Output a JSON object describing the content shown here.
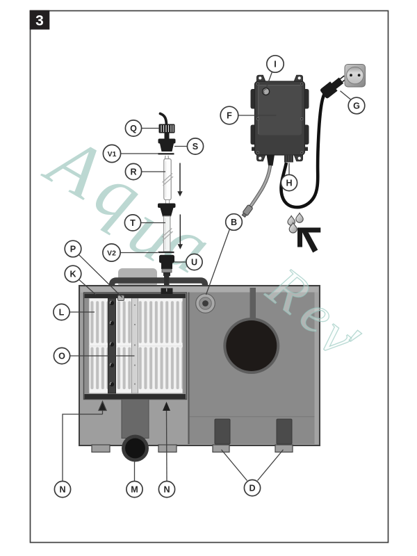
{
  "page": {
    "figure_number": "3",
    "background_color": "#ffffff",
    "frame_color": "#3f3f3f",
    "figure_box_color": "#231f20"
  },
  "watermark": {
    "word_primary": "Aqua",
    "word_secondary": "Rev'",
    "color": "#b9d6d0"
  },
  "labels": {
    "q": "Q",
    "s": "S",
    "v1": "V1",
    "r": "R",
    "t": "T",
    "v2": "V2",
    "u": "U",
    "i": "I",
    "f": "F",
    "g": "G",
    "h": "H",
    "b": "B",
    "p": "P",
    "k": "K",
    "l": "L",
    "o": "O",
    "n_left": "N",
    "m": "M",
    "n_right": "N",
    "d": "D"
  },
  "parts": {
    "q": "cable-gland",
    "s": "lamp-cap",
    "v1": "upper-seal",
    "r": "uv-lamp-tube",
    "t": "quartz-sleeve",
    "v2": "lower-seal",
    "u": "bulkhead-fitting",
    "i": "indicator-led",
    "f": "control-box",
    "g": "mains-plug",
    "h": "lamp-connector",
    "b": "tank-inlet",
    "p": "cartridge-clip",
    "k": "filter-frame-rail",
    "l": "filter-cartridge-left",
    "o": "filter-cartridge-center",
    "n_left": "filter-support-left",
    "m": "bottom-outlet",
    "n_right": "filter-support-right",
    "d": "drain-feet"
  },
  "colors": {
    "tank_body": "#9e9e9e",
    "tank_rim": "#acacac",
    "tank_right_section": "#8a8a8a",
    "tank_outline": "#3f3f3f",
    "filter_rail": "#2d2d2d",
    "control_box": "#3e3e3e",
    "accent_black": "#1d1d1d",
    "watermark_teal": "#b9d6d0"
  }
}
